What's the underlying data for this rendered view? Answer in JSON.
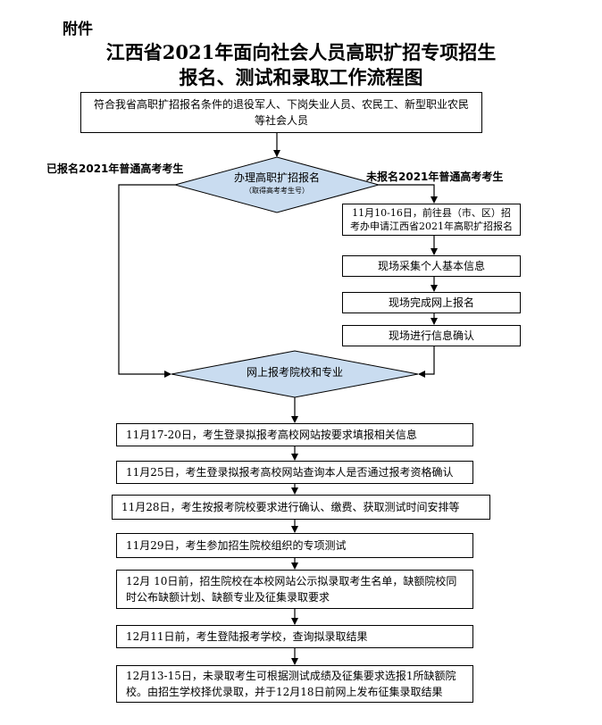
{
  "header": {
    "attachment": "附件",
    "title_line1": "江西省2021年面向社会人员高职扩招专项招生",
    "title_line2": "报名、测试和录取工作流程图"
  },
  "flow": {
    "start": "符合我省高职扩招报名条件的退役军人、下岗失业人员、农民工、新型职业农民等社会人员",
    "decision1": {
      "label": "办理高职扩招报名",
      "sublabel": "（取得高考考生号）"
    },
    "branch_left": "已报名2021年普通高考考生",
    "branch_right": "未报名2021年普通高考考生",
    "right_steps": [
      "11月10-16日，前往县（市、区）招考办申请江西省2021年高职扩招报名",
      "现场采集个人基本信息",
      "现场完成网上报名",
      "现场进行信息确认"
    ],
    "decision2": {
      "label": "网上报考院校和专业"
    },
    "steps": [
      "11月17-20日，考生登录拟报考高校网站按要求填报相关信息",
      "11月25日，考生登录拟报考高校网站查询本人是否通过报考资格确认",
      "11月28日，考生按报考院校要求进行确认、缴费、获取测试时间安排等",
      "11月29日，考生参加招生院校组织的专项测试",
      "12月 10日前，招生院校在本校网站公示拟录取考生名单，缺额院校同时公布缺额计划、缺额专业及征集录取要求",
      "12月11日前，考生登陆报考学校，查询拟录取结果",
      "12月13-15日，未录取考生可根据测试成绩及征集要求选报1所缺额院校。由招生学校择优录取，并于12月18日前网上发布征集录取结果"
    ]
  }
}
